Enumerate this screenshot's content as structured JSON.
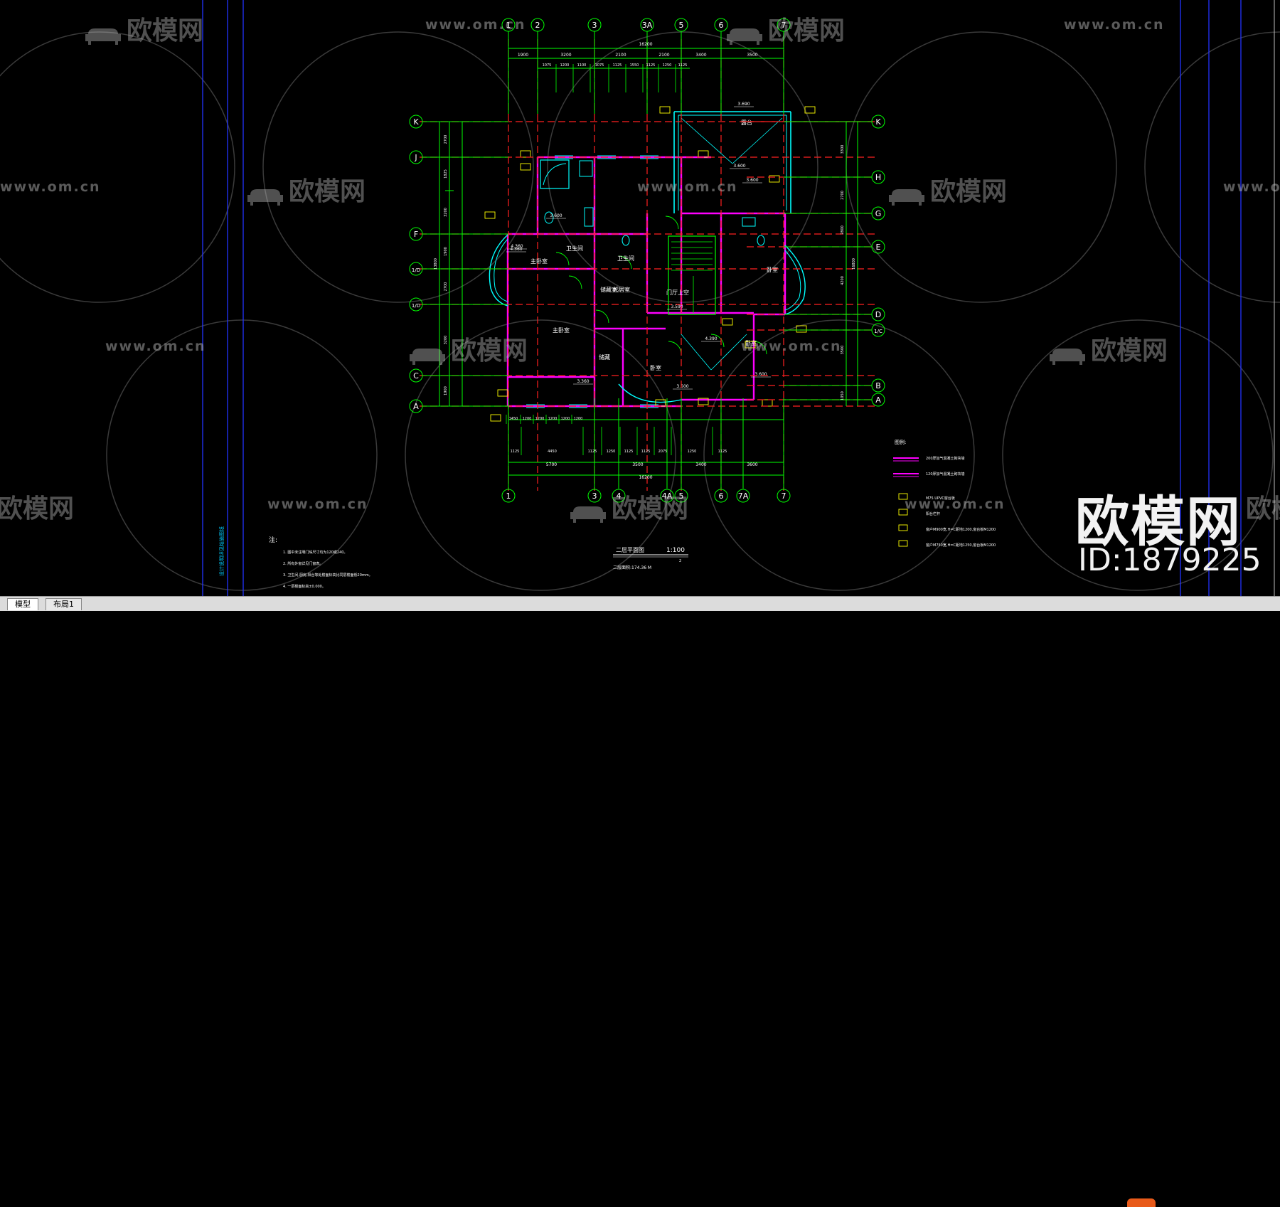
{
  "tabs": {
    "model": "模型",
    "layout1": "布局1"
  },
  "watermark": {
    "url": "www.om.cn",
    "url_alt": "www.om.cn",
    "logo": "欧模网",
    "id": "ID:1879225"
  },
  "grid": {
    "top": [
      "1",
      "2",
      "3",
      "3A",
      "5",
      "6",
      "7"
    ],
    "bottom": [
      "1",
      "3",
      "4",
      "4A",
      "5",
      "6",
      "7A",
      "7"
    ],
    "left": [
      "K",
      "J",
      "F",
      "1/D",
      "1/D",
      "C",
      "A"
    ],
    "right": [
      "K",
      "H",
      "G",
      "E",
      "D",
      "1/C",
      "B",
      "A"
    ]
  },
  "dims_top": {
    "total": "16200",
    "seg1": [
      "1900",
      "3200",
      "2100",
      "2100",
      "3400",
      "3500"
    ],
    "seg2": [
      "1075",
      "1200",
      "1100",
      "1075",
      "1125",
      "1550",
      "1125",
      "1250",
      "1125"
    ]
  },
  "dims_bottom": {
    "total": "16200",
    "seg1": [
      "5700",
      "3500",
      "3400",
      "3600"
    ],
    "seg2": [
      "1125",
      "4450",
      "1125",
      "1250",
      "1125",
      "1125",
      "2075",
      "1250",
      "1125"
    ],
    "seg3": [
      "1450",
      "1200",
      "1200",
      "1200",
      "1200",
      "1200"
    ]
  },
  "dims_left": {
    "total": "13800",
    "items": [
      "2700",
      "1825",
      "3200",
      "1900",
      "2700",
      "3200",
      "1900"
    ]
  },
  "dims_right": {
    "total": "16800",
    "items": [
      "3300",
      "2700",
      "2800",
      "4200",
      "3500",
      "1050"
    ]
  },
  "rooms": [
    "主卧室",
    "卫生间",
    "卫生间",
    "卧室",
    "储藏室",
    "门厅上空",
    "起居室",
    "主卧室",
    "储藏",
    "卧室",
    "露台",
    "卧室"
  ],
  "levels": [
    "3.600",
    "3.690",
    "4.360",
    "3.590",
    "3.600",
    "4.360",
    "3.360",
    "3.600",
    "3.600",
    "4.390",
    "3.500"
  ],
  "legend": {
    "title": "图例:",
    "items": [
      "200厚加气混凝土砌块墙",
      "120厚加气混凝土砌块墙",
      "M75 UPVC窗台板",
      "阳台栏杆",
      "窗户M900宽,H=C距地1200,窗台板M1200",
      "窗户M750宽,H=C距地1250,窗台板M1200"
    ]
  },
  "notes": {
    "title": "注:",
    "items": [
      "1. 图中未注明门垛尺寸均为120或240。",
      "2. 所有外窗详见门窗表。",
      "3. 卫生间,厨房,阳台等处楼面标高比同层楼面低20mm。",
      "4. 一层楼面标高±0.000。"
    ]
  },
  "plan_title": {
    "name": "二层平面图",
    "scale": "1:100",
    "area": "二层面积:174.36 M",
    "sup": "2"
  },
  "colors": {
    "wall": "#ff00ff",
    "grid_line": "#ff2020",
    "dim": "#00ff00",
    "detail": "#00ffff",
    "text": "#ffffff",
    "tag": "#ffff00"
  }
}
